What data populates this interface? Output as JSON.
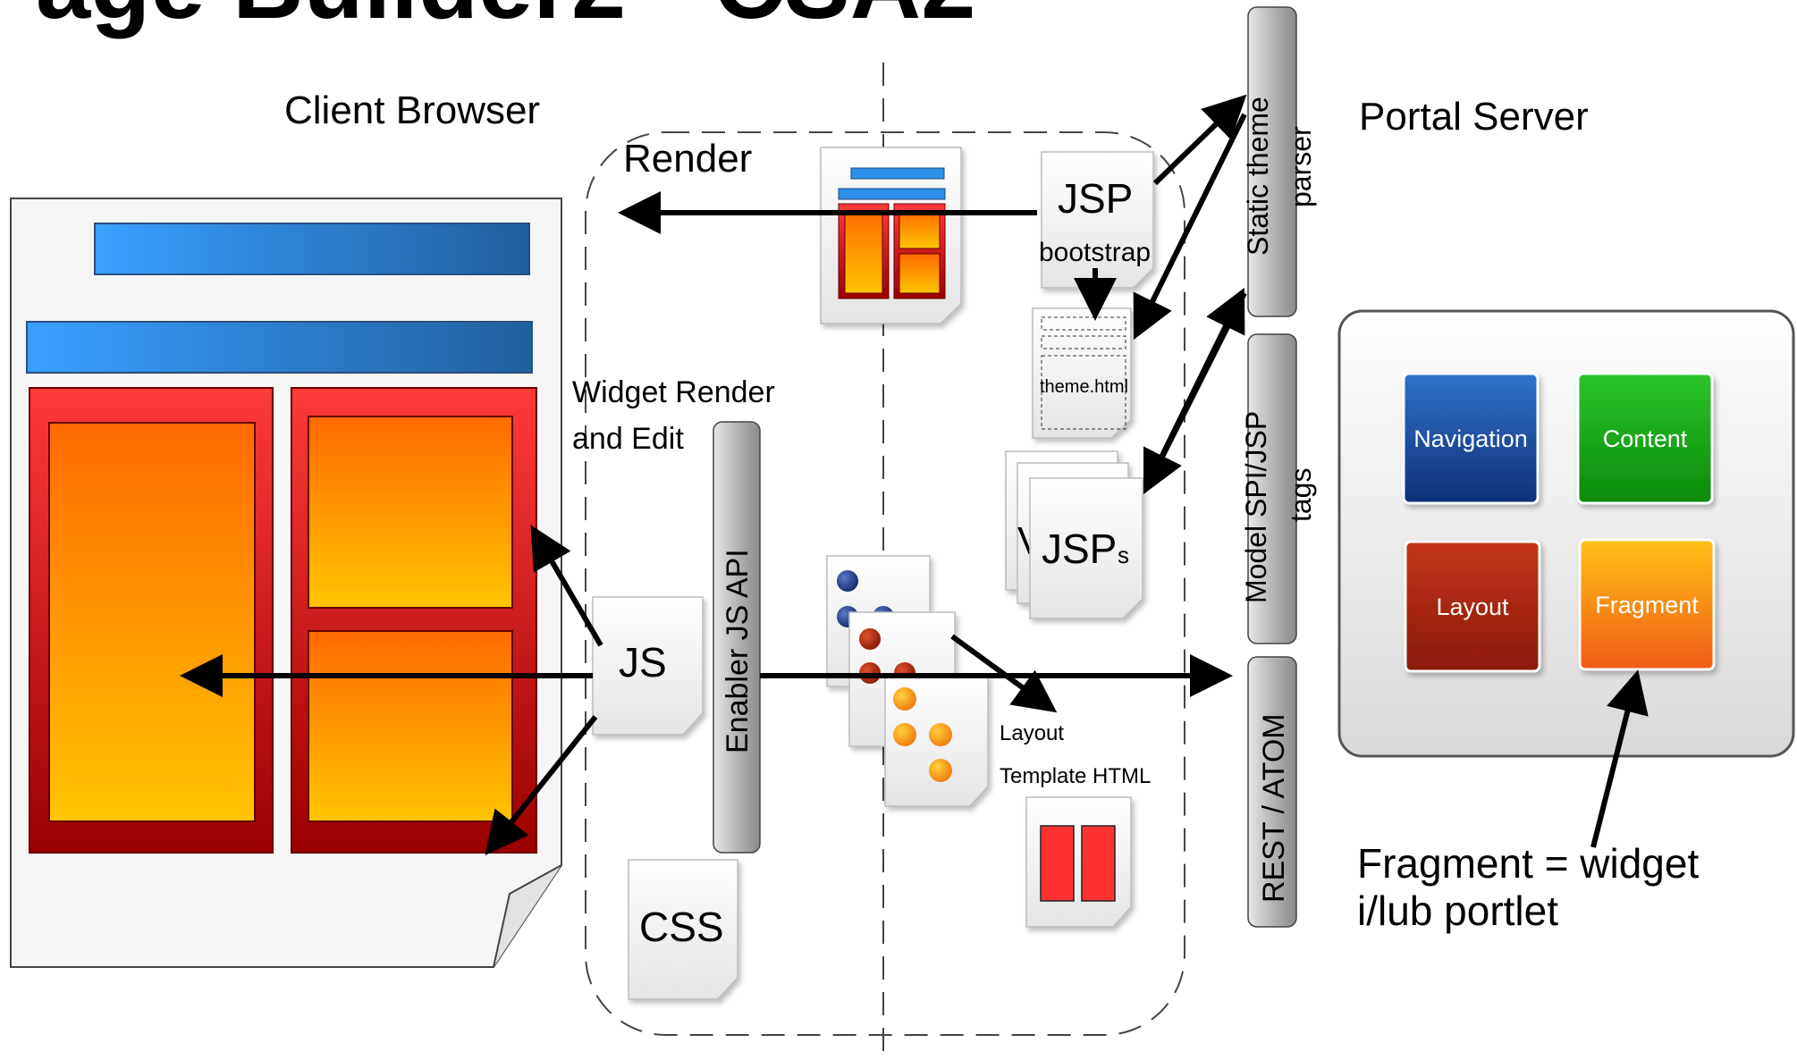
{
  "title": "age Builder2 - CSA2",
  "labels": {
    "client_browser": "Client Browser",
    "portal_server": "Portal Server",
    "render": "Render",
    "widget_render_line1": "Widget Render",
    "widget_render_line2": "and Edit",
    "layout_template_line1": "Layout",
    "layout_template_line2": "Template HTML",
    "fragment_note_line1": "Fragment = widget",
    "fragment_note_line2": "i/lub portlet"
  },
  "documents": {
    "jsp": "JSP",
    "bootstrap": "bootstrap",
    "theme_html": "theme.html",
    "jsps_main": "JSP",
    "jsps_sub": "s",
    "jsps_back": "V",
    "js": "JS",
    "css": "CSS"
  },
  "bars": {
    "enabler_js_api": "Enabler JS API",
    "static_theme_parser_line1": "Static theme",
    "static_theme_parser_line2": "parser",
    "model_spi_line1": "Model SPI/JSP",
    "model_spi_line2": "tags",
    "rest_atom": "REST / ATOM"
  },
  "server_tiles": [
    {
      "label": "Navigation",
      "color": "#1a4fa0"
    },
    {
      "label": "Content",
      "color": "#12a812"
    },
    {
      "label": "Layout",
      "color": "#a8260c"
    },
    {
      "label": "Fragment",
      "color": "#f29a10"
    }
  ],
  "colors": {
    "blue_bar": "#2f8fe8",
    "panel_red": "#e02020",
    "panel_orange": "#fb9a00",
    "arrow": "#000000",
    "bar_gray": "#a6a6a6"
  }
}
